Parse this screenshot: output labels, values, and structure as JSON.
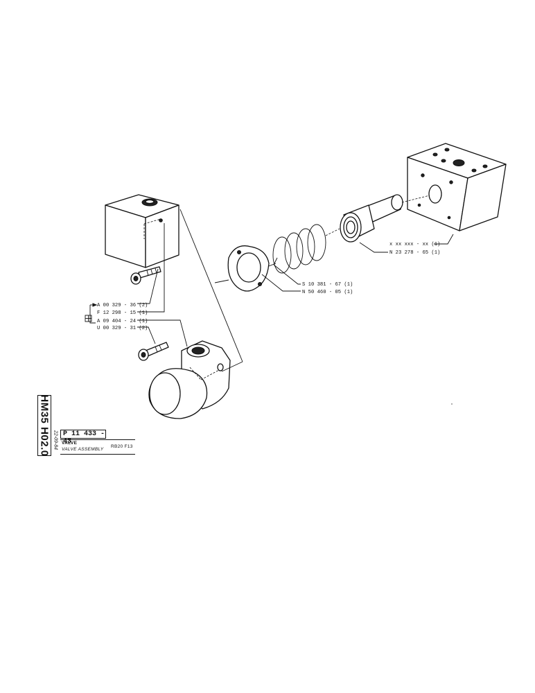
{
  "drawing": {
    "callouts": {
      "body_bolt": "A 00 329 - 36 (2)",
      "upper_block": "F 12 298 - 15 (1)",
      "cap_housing": "A 09 404 - 24 (1)",
      "cap_bolt": "U 00 329 - 31 (2)",
      "spring": "S 10 381 - 67 (1)",
      "gasket": "N 50 460 - 05 (1)",
      "valve_body": "x xx xxx - xx (1)",
      "plunger": "N 23 278 - 65 (1)"
    },
    "set_symbol": "⊞"
  },
  "title_block": {
    "machine_code": "HM35 H02.0",
    "date_code": "22-09-84",
    "part_number": "P 11 433 - 43",
    "name": "VALVE",
    "name_en": "VALVE ASSEMBLY",
    "code": "RB20 F13"
  }
}
